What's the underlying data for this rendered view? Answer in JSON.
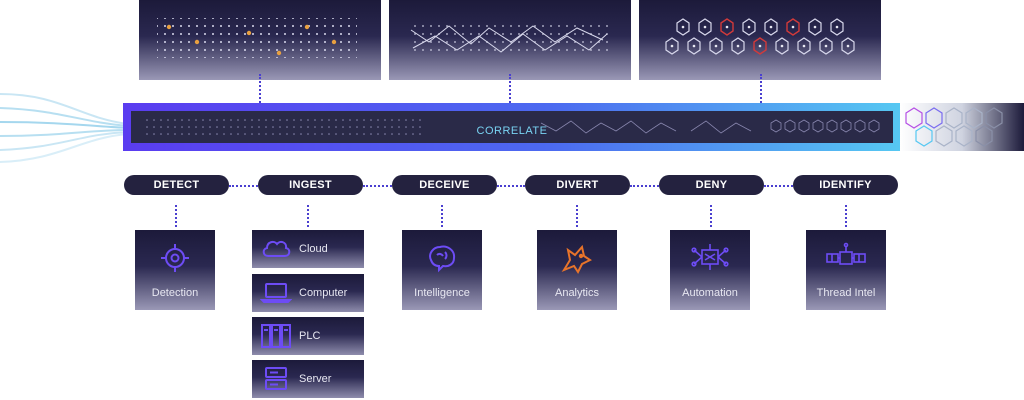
{
  "correlate_label": "CORRELATE",
  "stages": [
    {
      "label": "DETECT"
    },
    {
      "label": "INGEST"
    },
    {
      "label": "DECEIVE"
    },
    {
      "label": "DIVERT"
    },
    {
      "label": "DENY"
    },
    {
      "label": "IDENTIFY"
    }
  ],
  "cards": [
    {
      "label": "Detection",
      "icon": "crosshair-icon"
    },
    {
      "label": "Intelligence",
      "icon": "brain-icon"
    },
    {
      "label": "Analytics",
      "icon": "fox-icon"
    },
    {
      "label": "Automation",
      "icon": "network-icon"
    },
    {
      "label": "Thread Intel",
      "icon": "satellite-icon"
    }
  ],
  "ingest_sources": [
    {
      "label": "Cloud",
      "icon": "cloud-icon"
    },
    {
      "label": "Computer",
      "icon": "laptop-icon"
    },
    {
      "label": "PLC",
      "icon": "plc-icon"
    },
    {
      "label": "Server",
      "icon": "server-icon"
    }
  ],
  "colors": {
    "accent_blue": "#4a3fd0",
    "accent_cyan": "#56c8f2",
    "icon_purple": "#6d4cf5",
    "icon_orange": "#e8742a",
    "node_orange": "#e8a040",
    "node_red": "#d23a3a",
    "panel_dark": "#1c1a3a"
  }
}
